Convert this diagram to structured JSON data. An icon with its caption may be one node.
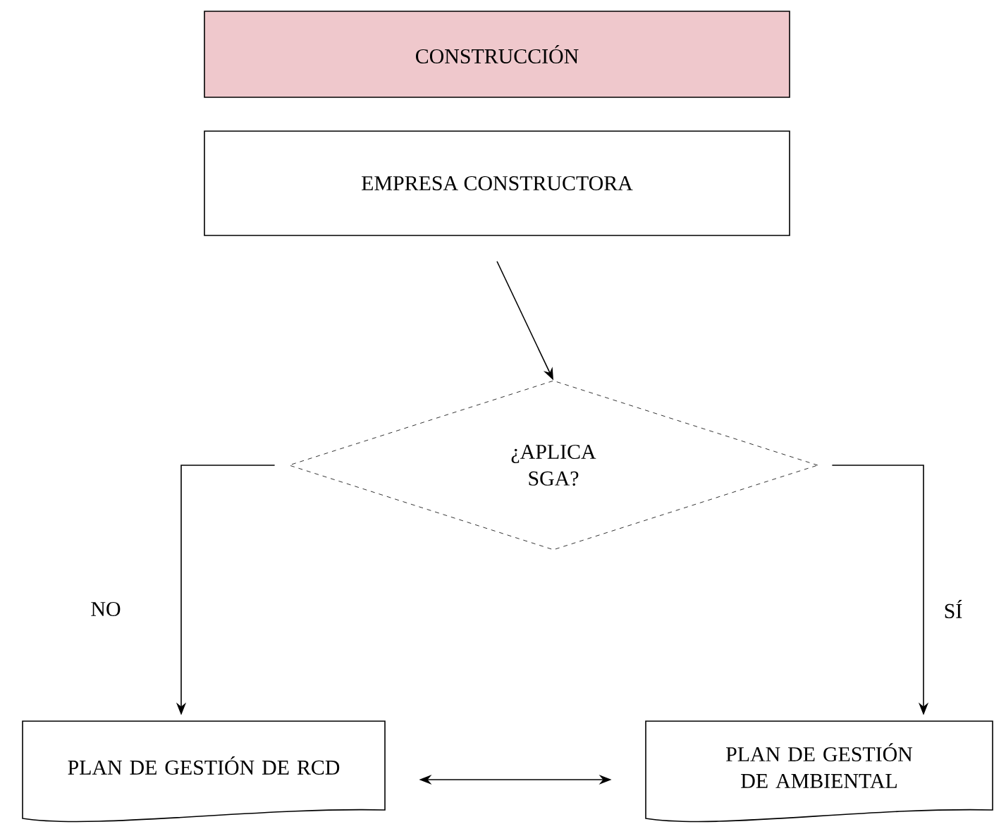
{
  "diagram": {
    "nodes": [
      {
        "text": [
          "CONSTRUCCIÓN"
        ]
      },
      {
        "text": [
          "EMPRESA CONSTRUCTORA"
        ]
      },
      {
        "text": [
          "¿APLICA SGA?"
        ]
      },
      {
        "text": [
          "PLAN DE GESTIÓN DE RCD"
        ]
      },
      {
        "text": [
          "PLAN DE GESTIÓN DE AMBIENTAL"
        ]
      }
    ],
    "edges": [
      {
        "from": 1,
        "to": 2,
        "arrow": "to"
      },
      {
        "from": 2,
        "to": 3,
        "arrow": "to",
        "label": "NO"
      },
      {
        "from": 2,
        "to": 4,
        "arrow": "to",
        "label": "SÍ"
      },
      {
        "from": 3,
        "to": 4,
        "arrow": "both"
      }
    ]
  }
}
